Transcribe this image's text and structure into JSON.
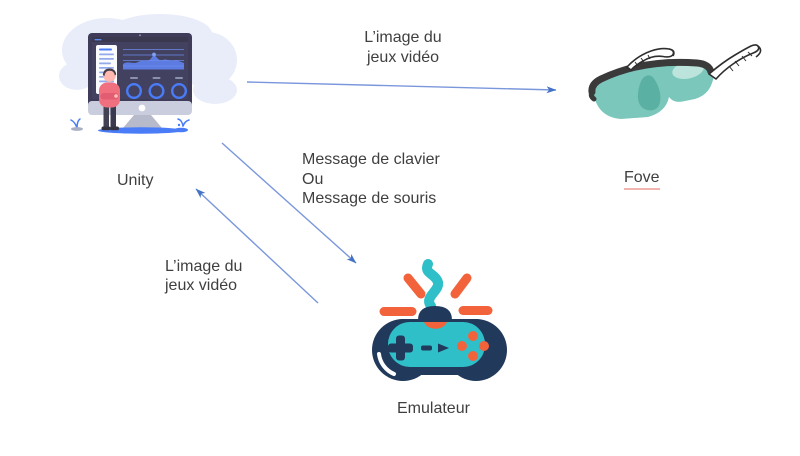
{
  "slide": {
    "background": "#FFFFFF"
  },
  "diagram": {
    "nodes": [
      {
        "id": "unity",
        "label": "Unity",
        "illustration": "computer-dashboard-illustration"
      },
      {
        "id": "fove",
        "label": "Fove",
        "illustration": "vr-glasses-illustration",
        "label_decoration": "red-spellcheck-underline"
      },
      {
        "id": "emulator",
        "label": "Emulateur",
        "illustration": "game-controller-illustration"
      }
    ],
    "edges": [
      {
        "id": "unity-to-fove",
        "from": "unity",
        "to": "fove",
        "label_lines": [
          "L’image du",
          "jeux vidéo"
        ]
      },
      {
        "id": "unity-to-emulator",
        "from": "unity",
        "to": "emulator",
        "label_lines": [
          "Message de clavier",
          "Ou",
          "Message de souris"
        ]
      },
      {
        "id": "emulator-to-unity",
        "from": "emulator",
        "to": "unity",
        "label_lines": [
          "L’image du",
          "jeux vidéo"
        ]
      }
    ],
    "colors": {
      "arrow_line": "#7B97DC",
      "arrow_head": "#4472C4",
      "label_text": "#3F3F3F",
      "fove_underline": "#F2B4B1",
      "controller_navy": "#21395B",
      "controller_teal": "#2FBFC8",
      "controller_orange": "#F2633C",
      "glasses_lens": "#7BC7BB",
      "glasses_lens_shadow": "#5BB0A4",
      "glasses_lens_highlight": "#BCE4DC",
      "glasses_frame": "#3A3A3A",
      "monitor_body": "#3E3C59",
      "monitor_chin": "#C9CDDE",
      "screen_accent_blue": "#4A7CF8",
      "chart_fill_blue": "#5D7CE2",
      "cloud": "#E8EDF9",
      "person_sweater": "#F07080"
    }
  }
}
